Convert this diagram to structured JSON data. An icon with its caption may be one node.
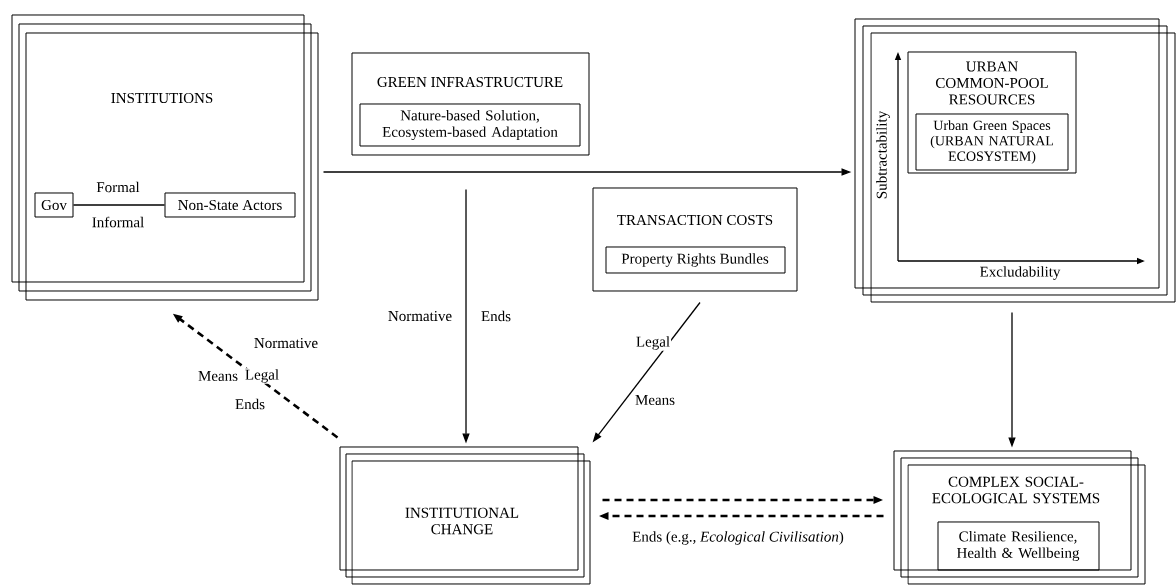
{
  "diagram": {
    "nodes": [
      {
        "text": [
          "INSTITUTIONS"
        ]
      },
      {
        "text": [
          "Gov"
        ],
        "in": 0
      },
      {
        "text": [
          "Non-State Actors"
        ],
        "in": 0
      },
      {
        "text": [
          "GREEN INFRASTRUCTURE"
        ]
      },
      {
        "text": [
          "Nature-based Solution, Ecosystem-based Adaptation"
        ],
        "in": 3
      },
      {
        "text": [
          "TRANSACTION COSTS"
        ]
      },
      {
        "text": [
          "Property Rights Bundles"
        ],
        "in": 5
      },
      {
        "text": [],
        "shape": "box"
      },
      {
        "text": [
          "URBAN COMMON-POOL RESOURCES"
        ],
        "in": 7
      },
      {
        "text": [
          "Urban Green Spaces (URBAN NATURAL ECOSYSTEM)"
        ],
        "in": 8
      },
      {
        "text": [
          "INSTITUTIONAL CHANGE"
        ]
      },
      {
        "text": [
          "COMPLEX SOCIAL-ECOLOGICAL SYSTEMS"
        ]
      },
      {
        "text": [
          "Climate Resilience, Health & Wellbeing"
        ],
        "in": 11
      }
    ],
    "edges": [
      {
        "from": 1,
        "to": 2,
        "arrow": "none",
        "label": "Formal"
      },
      {
        "from": 0,
        "to": 7,
        "arrow": "to"
      },
      {
        "from": 3,
        "to": 10,
        "arrow": "to",
        "label": "Normative"
      },
      {
        "from": 5,
        "to": 10,
        "arrow": "to",
        "label": "Legal"
      },
      {
        "from": 7,
        "to": 11,
        "arrow": "to"
      },
      {
        "from": 10,
        "to": 11,
        "arrow": "to",
        "style": "dashed"
      },
      {
        "from": 11,
        "to": 10,
        "arrow": "to",
        "style": "dashed",
        "label": "Ends (e.g., *Ecological Civilisation*)"
      },
      {
        "from": 10,
        "to": 0,
        "arrow": "to",
        "style": "dashed",
        "label": "Legal"
      }
    ],
    "labels": [
      "Informal",
      "Subtractability",
      "Excludability",
      "Ends",
      "Means",
      "Normative",
      "Means",
      "Ends"
    ]
  }
}
